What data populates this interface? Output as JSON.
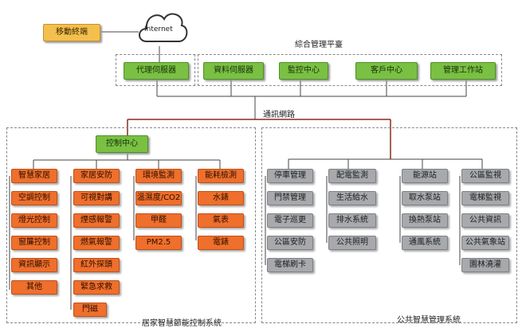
{
  "top": {
    "mobile": "移動終端",
    "internet": "Internet",
    "platform_title": "綜合管理平臺",
    "proxy": "代理伺服器",
    "servers": [
      "資料伺服器",
      "監控中心",
      "客戶中心",
      "管理工作站"
    ],
    "network": "通訊網路"
  },
  "left_system": {
    "control_center": "控制中心",
    "title": "居家智慧節能控制系統",
    "columns": [
      [
        "智慧家居",
        "空調控制",
        "燈光控制",
        "窗簾控制",
        "資訊顯示",
        "其他"
      ],
      [
        "家居安防",
        "可視對講",
        "煙感報警",
        "燃氣報警",
        "紅外探頭",
        "緊急求救",
        "門磁"
      ],
      [
        "環境監測",
        "溫濕度/CO2",
        "甲醛",
        "PM2.5"
      ],
      [
        "能耗檢測",
        "水錶",
        "氣表",
        "電錶"
      ]
    ]
  },
  "right_system": {
    "title": "公共智慧管理系統",
    "columns": [
      [
        "停車管理",
        "門禁管理",
        "電子巡更",
        "公區安防",
        "電梯刷卡"
      ],
      [
        "配電監測",
        "生活給水",
        "排水系統",
        "公共照明"
      ],
      [
        "能源站",
        "取水泵站",
        "換熱泵站",
        "通風系統"
      ],
      [
        "公區監視",
        "電梯監視",
        "公共資訊",
        "公共氣象站",
        "園林澆灌"
      ]
    ]
  }
}
